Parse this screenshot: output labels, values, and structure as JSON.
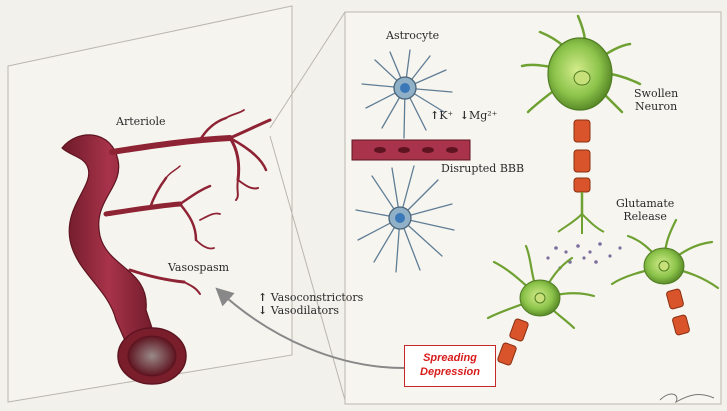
{
  "labels": {
    "arteriole": "Arteriole",
    "vasospasm": "Vasospasm",
    "vasoconstrictors": "Vasoconstrictors",
    "vasodilators": "Vasodilators",
    "astrocyte": "Astrocyte",
    "k_ion": "K⁺",
    "mg_ion": "Mg²⁺",
    "disrupted_bbb": "Disrupted BBB",
    "swollen": "Swollen",
    "neuron": "Neuron",
    "glutamate": "Glutamate",
    "release": "Release",
    "spreading": "Spreading",
    "depression": "Depression"
  },
  "icons": {
    "up_arrow": "↑",
    "down_arrow": "↓"
  },
  "colors": {
    "vessel": "#8e2334",
    "vessel_dark": "#5e1420",
    "astrocyte": "#5f7d95",
    "astrocyte_nucleus": "#3a78b8",
    "neuron": "#8bc34a",
    "neuron_dark": "#4f7d21",
    "axon_segment": "#d9542a",
    "callout_red": "#d81b1b"
  }
}
